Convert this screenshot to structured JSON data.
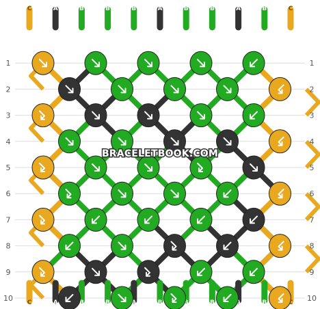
{
  "pattern": {
    "watermark": "BRACELETBOOK.COM",
    "row_labels": [
      "1",
      "2",
      "3",
      "4",
      "5",
      "6",
      "7",
      "8",
      "9",
      "10"
    ],
    "strands_top": [
      "C",
      "A",
      "B",
      "B",
      "B",
      "A",
      "B",
      "B",
      "A",
      "B",
      "C"
    ],
    "strands_bottom": [
      "C",
      "A",
      "B",
      "B",
      "A",
      "B",
      "B",
      "B",
      "A",
      "B",
      "C"
    ],
    "colors": {
      "A": "#333333",
      "B": "#22aa22",
      "C": "#e8a820"
    },
    "rows": [
      {
        "knots": [
          {
            "c": "C",
            "s": "f"
          },
          {
            "c": "B",
            "s": "f"
          },
          {
            "c": "B",
            "s": "f"
          },
          {
            "c": "B",
            "s": "f"
          },
          {
            "c": "B",
            "s": "b"
          }
        ]
      },
      {
        "knots": [
          {
            "c": "A",
            "s": "f"
          },
          {
            "c": "B",
            "s": "f"
          },
          {
            "c": "B",
            "s": "f"
          },
          {
            "c": "B",
            "s": "f"
          },
          {
            "c": "C",
            "s": "bf"
          }
        ]
      },
      {
        "knots": [
          {
            "c": "C",
            "s": "fb"
          },
          {
            "c": "A",
            "s": "f"
          },
          {
            "c": "A",
            "s": "f"
          },
          {
            "c": "B",
            "s": "f"
          },
          {
            "c": "B",
            "s": "b"
          }
        ]
      },
      {
        "knots": [
          {
            "c": "B",
            "s": "f"
          },
          {
            "c": "B",
            "s": "f"
          },
          {
            "c": "A",
            "s": "f"
          },
          {
            "c": "A",
            "s": "f"
          },
          {
            "c": "C",
            "s": "bf"
          }
        ]
      },
      {
        "knots": [
          {
            "c": "C",
            "s": "fb"
          },
          {
            "c": "B",
            "s": "f"
          },
          {
            "c": "B",
            "s": "f"
          },
          {
            "c": "B",
            "s": "fb"
          },
          {
            "c": "A",
            "s": "f"
          }
        ]
      },
      {
        "knots": [
          {
            "c": "B",
            "s": "fb"
          },
          {
            "c": "B",
            "s": "f"
          },
          {
            "c": "B",
            "s": "f"
          },
          {
            "c": "B",
            "s": "b"
          },
          {
            "c": "C",
            "s": "bf"
          }
        ]
      },
      {
        "knots": [
          {
            "c": "C",
            "s": "fb"
          },
          {
            "c": "B",
            "s": "b"
          },
          {
            "c": "B",
            "s": "b"
          },
          {
            "c": "B",
            "s": "b"
          },
          {
            "c": "A",
            "s": "b"
          }
        ]
      },
      {
        "knots": [
          {
            "c": "B",
            "s": "b"
          },
          {
            "c": "B",
            "s": "f"
          },
          {
            "c": "A",
            "s": "fb"
          },
          {
            "c": "A",
            "s": "b"
          },
          {
            "c": "C",
            "s": "bf"
          }
        ]
      },
      {
        "knots": [
          {
            "c": "C",
            "s": "fb"
          },
          {
            "c": "A",
            "s": "f"
          },
          {
            "c": "A",
            "s": "fb"
          },
          {
            "c": "B",
            "s": "b"
          },
          {
            "c": "B",
            "s": "b"
          }
        ]
      },
      {
        "knots": [
          {
            "c": "A",
            "s": "b"
          },
          {
            "c": "B",
            "s": "f"
          },
          {
            "c": "B",
            "s": "fb"
          },
          {
            "c": "B",
            "s": "b"
          },
          {
            "c": "C",
            "s": "bf"
          }
        ]
      }
    ]
  }
}
